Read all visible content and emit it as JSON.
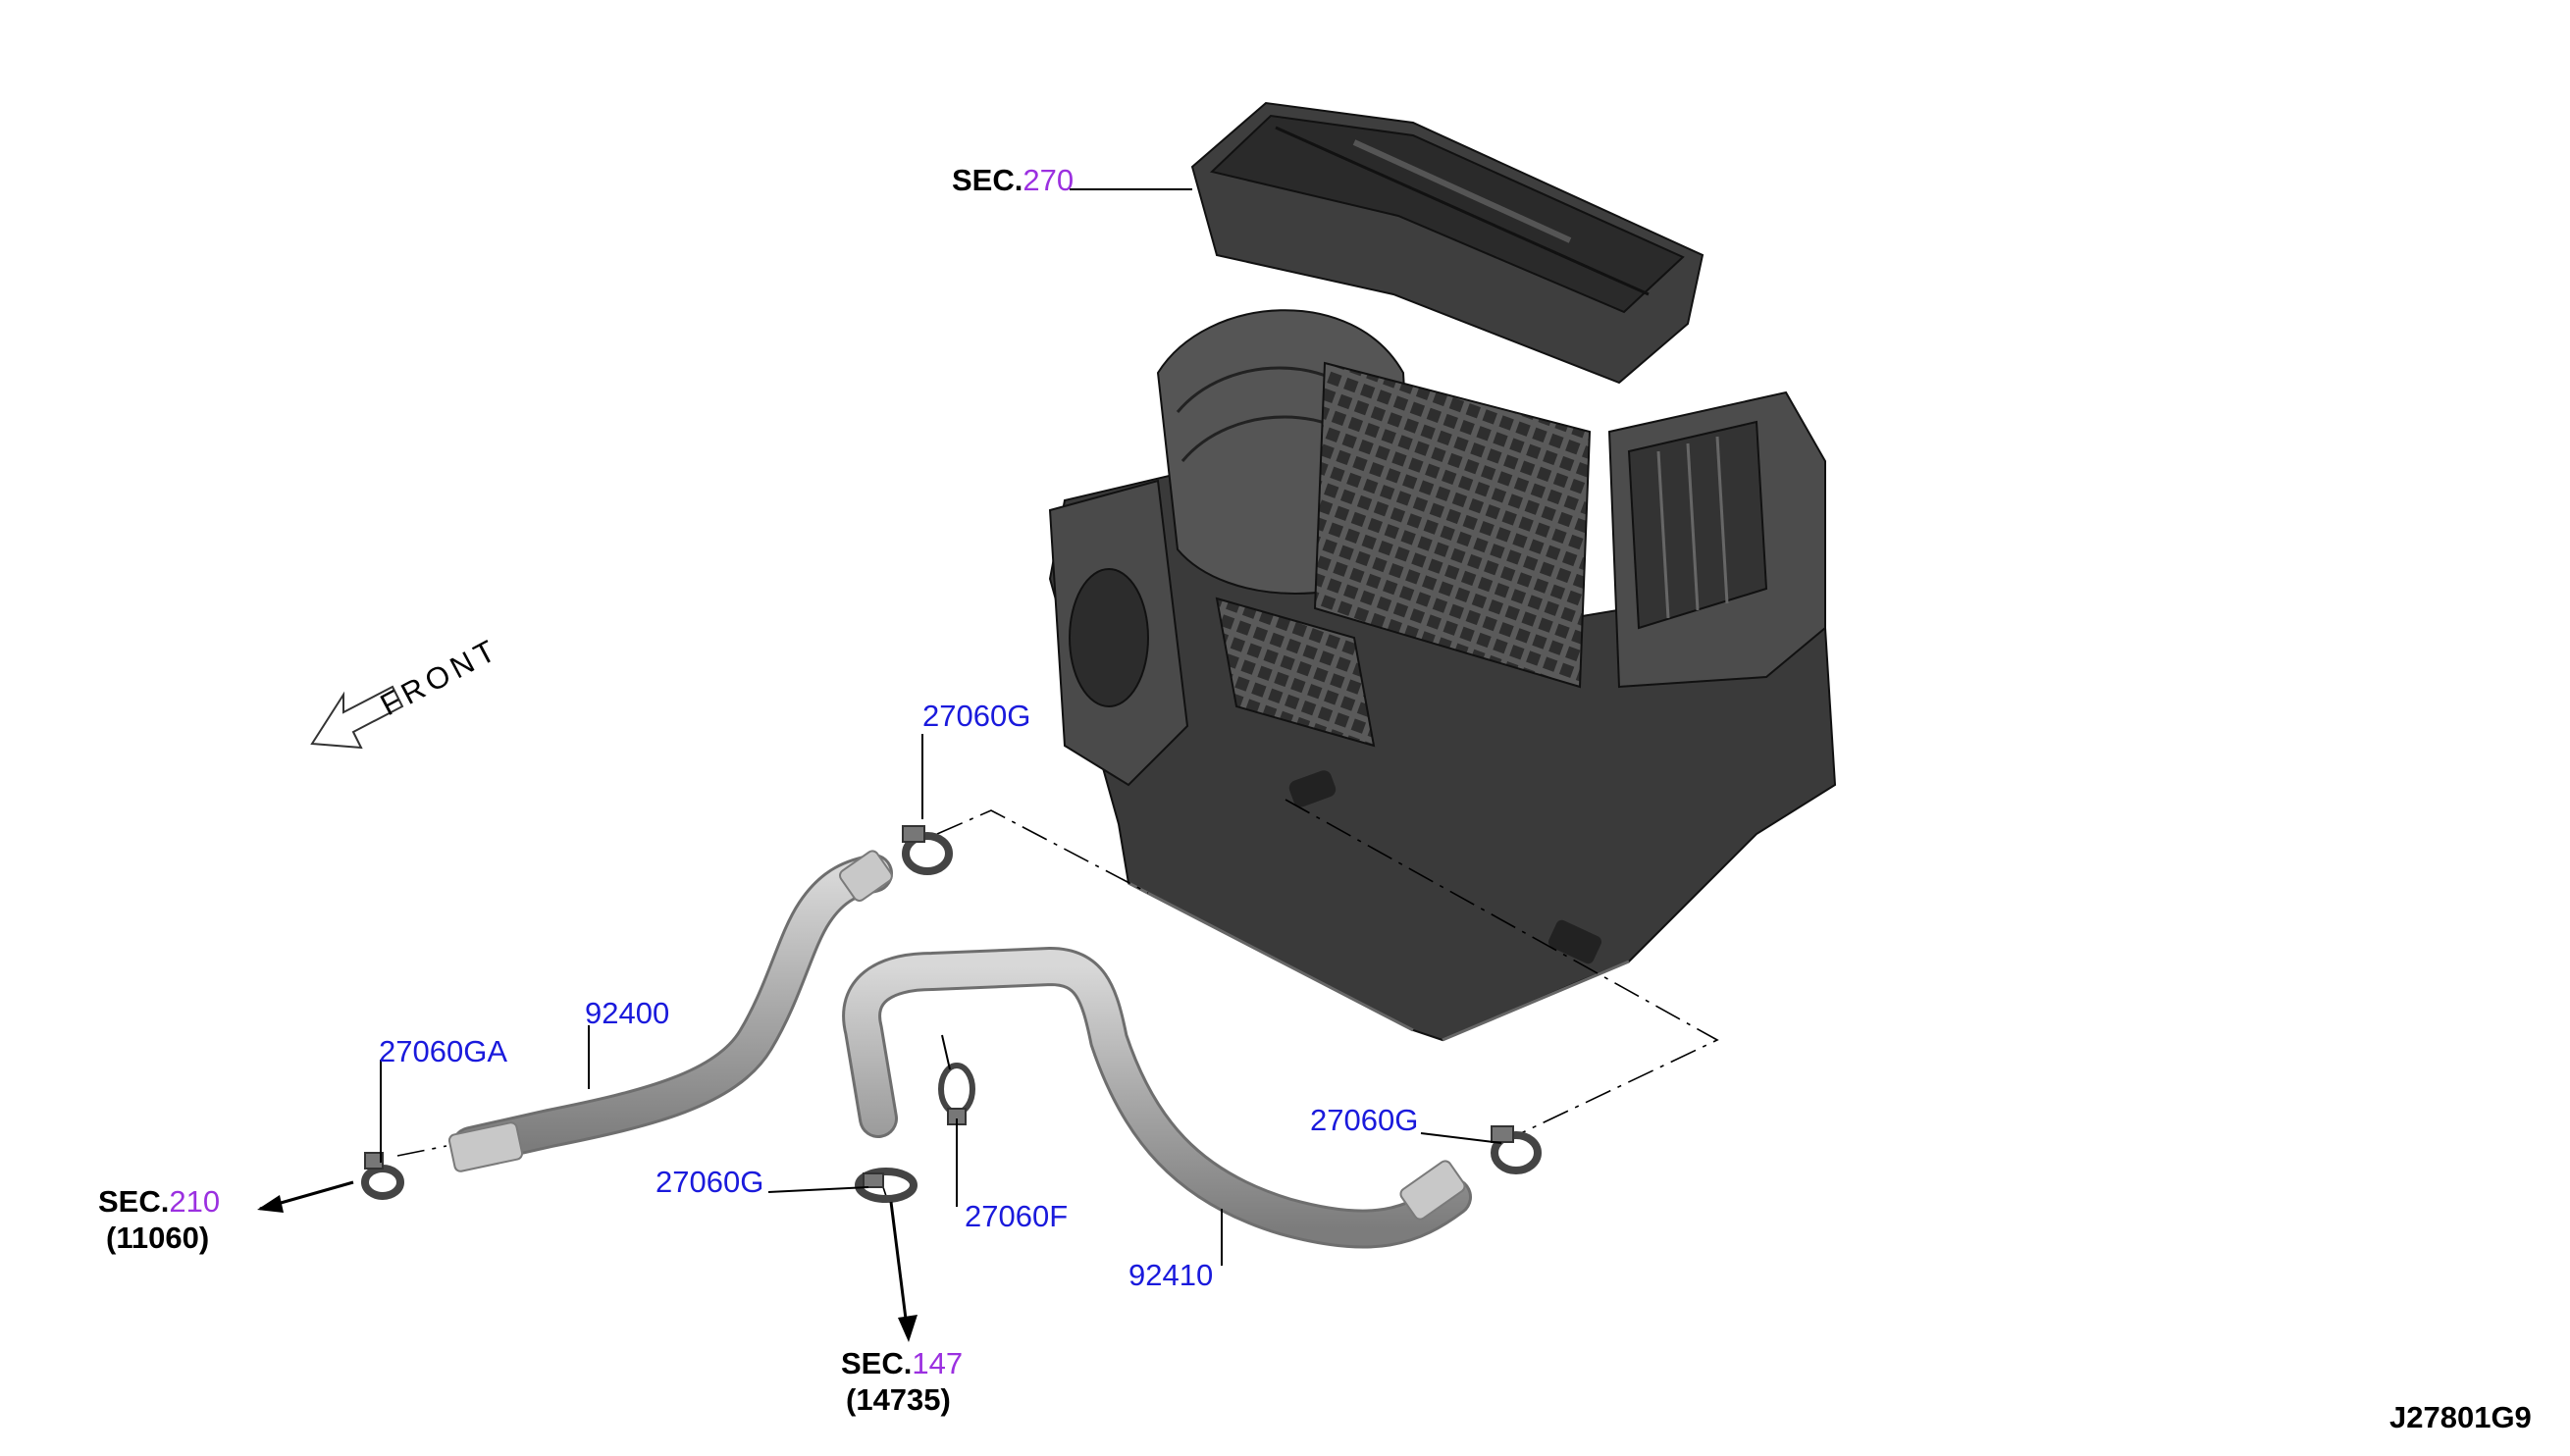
{
  "sections": {
    "sec270": {
      "prefix": "SEC.",
      "number": "270"
    },
    "sec210": {
      "prefix": "SEC.",
      "number": "210",
      "sub": "(11060)"
    },
    "sec147": {
      "prefix": "SEC.",
      "number": "147",
      "sub": "(14735)"
    }
  },
  "parts": {
    "p27060g_top": "27060G",
    "p27060g_right": "27060G",
    "p27060g_mid": "27060G",
    "p27060ga": "27060GA",
    "p27060f": "27060F",
    "p92400": "92400",
    "p92410": "92410"
  },
  "front_label": "FRONT",
  "diagram_code": "J27801G9",
  "colors": {
    "part_number": "#1a1adc",
    "section_number": "#9b30e0",
    "text": "#000000",
    "hose": "#b4b4b4",
    "unit": "#3c3c3c"
  }
}
